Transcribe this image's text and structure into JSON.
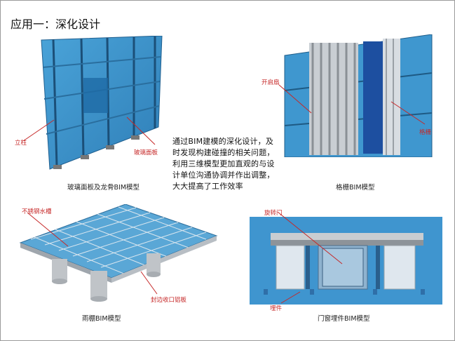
{
  "title": "应用一：深化设计",
  "body_text": "通过BIM建模的深化设计，及时发现构建碰撞的相关问题，利用三维模型更加直观的与设计单位沟通协调并作出调整，大大提高了工作效率",
  "panels": {
    "curtain_wall": {
      "caption": "玻璃面板及龙骨BIM模型",
      "labels": {
        "mullion": "立柱",
        "glass_panel": "玻璃面板"
      }
    },
    "grille": {
      "caption": "格栅BIM模型",
      "labels": {
        "operable_window": "开启扇",
        "grille": "格栅"
      }
    },
    "canopy": {
      "caption": "雨棚BIM模型",
      "labels": {
        "gutter": "不锈钢水槽",
        "edge_trim": "封边收口铝板"
      }
    },
    "doors_windows": {
      "caption": "门窗埋件BIM模型",
      "labels": {
        "revolving_door": "旋转门",
        "embedded_part": "埋件"
      }
    }
  }
}
